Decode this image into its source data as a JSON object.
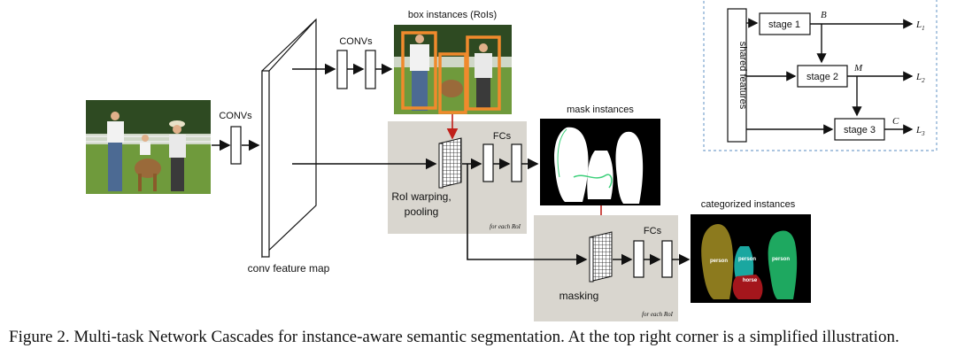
{
  "labels": {
    "convs_input": "CONVs",
    "convs_top": "CONVs",
    "box_instances": "box instances (RoIs)",
    "conv_feature_map": "conv feature map",
    "mask_instances": "mask instances",
    "fcs_stage2": "FCs",
    "roi_warping_line1": "RoI warping,",
    "roi_warping_line2": "pooling",
    "for_each_roi_stage2": "for each RoI",
    "categorized_instances": "categorized instances",
    "fcs_stage3": "FCs",
    "masking": "masking",
    "for_each_roi_stage3": "for each RoI"
  },
  "categories": {
    "person_1": "person",
    "person_2": "person",
    "person_3": "person",
    "horse": "horse"
  },
  "inset": {
    "shared_features": "shared features",
    "stage1": "stage 1",
    "stage2": "stage 2",
    "stage3": "stage 3",
    "out_B": "B",
    "out_M": "M",
    "out_C": "C",
    "loss1": "L",
    "loss1_sub": "1",
    "loss2": "L",
    "loss2_sub": "2",
    "loss3": "L",
    "loss3_sub": "3"
  },
  "caption": "Figure 2. Multi-task Network Cascades for instance-aware semantic segmentation. At the top right corner is a simplified illustration.",
  "colors": {
    "panel_gray": "#d9d6cf",
    "box_orange": "#f08a2c",
    "roi_arrow_red": "#c0201a",
    "mask_outline_green": "#3cd07a",
    "inset_border_blue": "#8fb2d6",
    "cat_person_olive": "#8c7a1e",
    "cat_person_teal": "#1aa7a0",
    "cat_person_green": "#1ea860",
    "cat_horse_red": "#a4161c"
  }
}
